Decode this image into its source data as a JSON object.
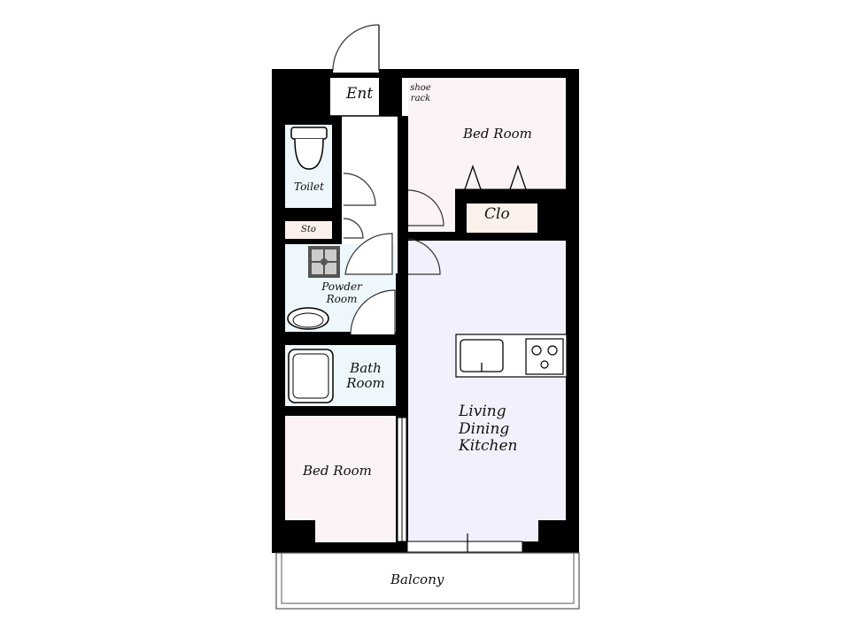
{
  "rooms": {
    "entrance": "Ent",
    "shoe_rack": [
      "shoe",
      "rack"
    ],
    "bed_room_north": "Bed Room",
    "closet": "Clo",
    "toilet": "Toilet",
    "storage": "Sto",
    "powder_room": [
      "Powder",
      "Room"
    ],
    "bath_room": [
      "Bath",
      "Room"
    ],
    "ldk": [
      "Living",
      "Dining",
      "Kitchen"
    ],
    "bed_room_south": "Bed Room",
    "balcony": "Balcony"
  },
  "colors": {
    "wall": "#000000",
    "bedroom_fill": "#fcf3f6",
    "ldk_fill": "#f1f1fd",
    "wet_area_fill": "#eef7fb",
    "service_fill": "#fbf1ea",
    "balcony_line": "#555555"
  },
  "icons": [
    "toilet-icon",
    "washing-machine-drain-icon",
    "washbasin-icon",
    "bathtub-icon",
    "kitchen-sink-icon",
    "stove-icon"
  ]
}
